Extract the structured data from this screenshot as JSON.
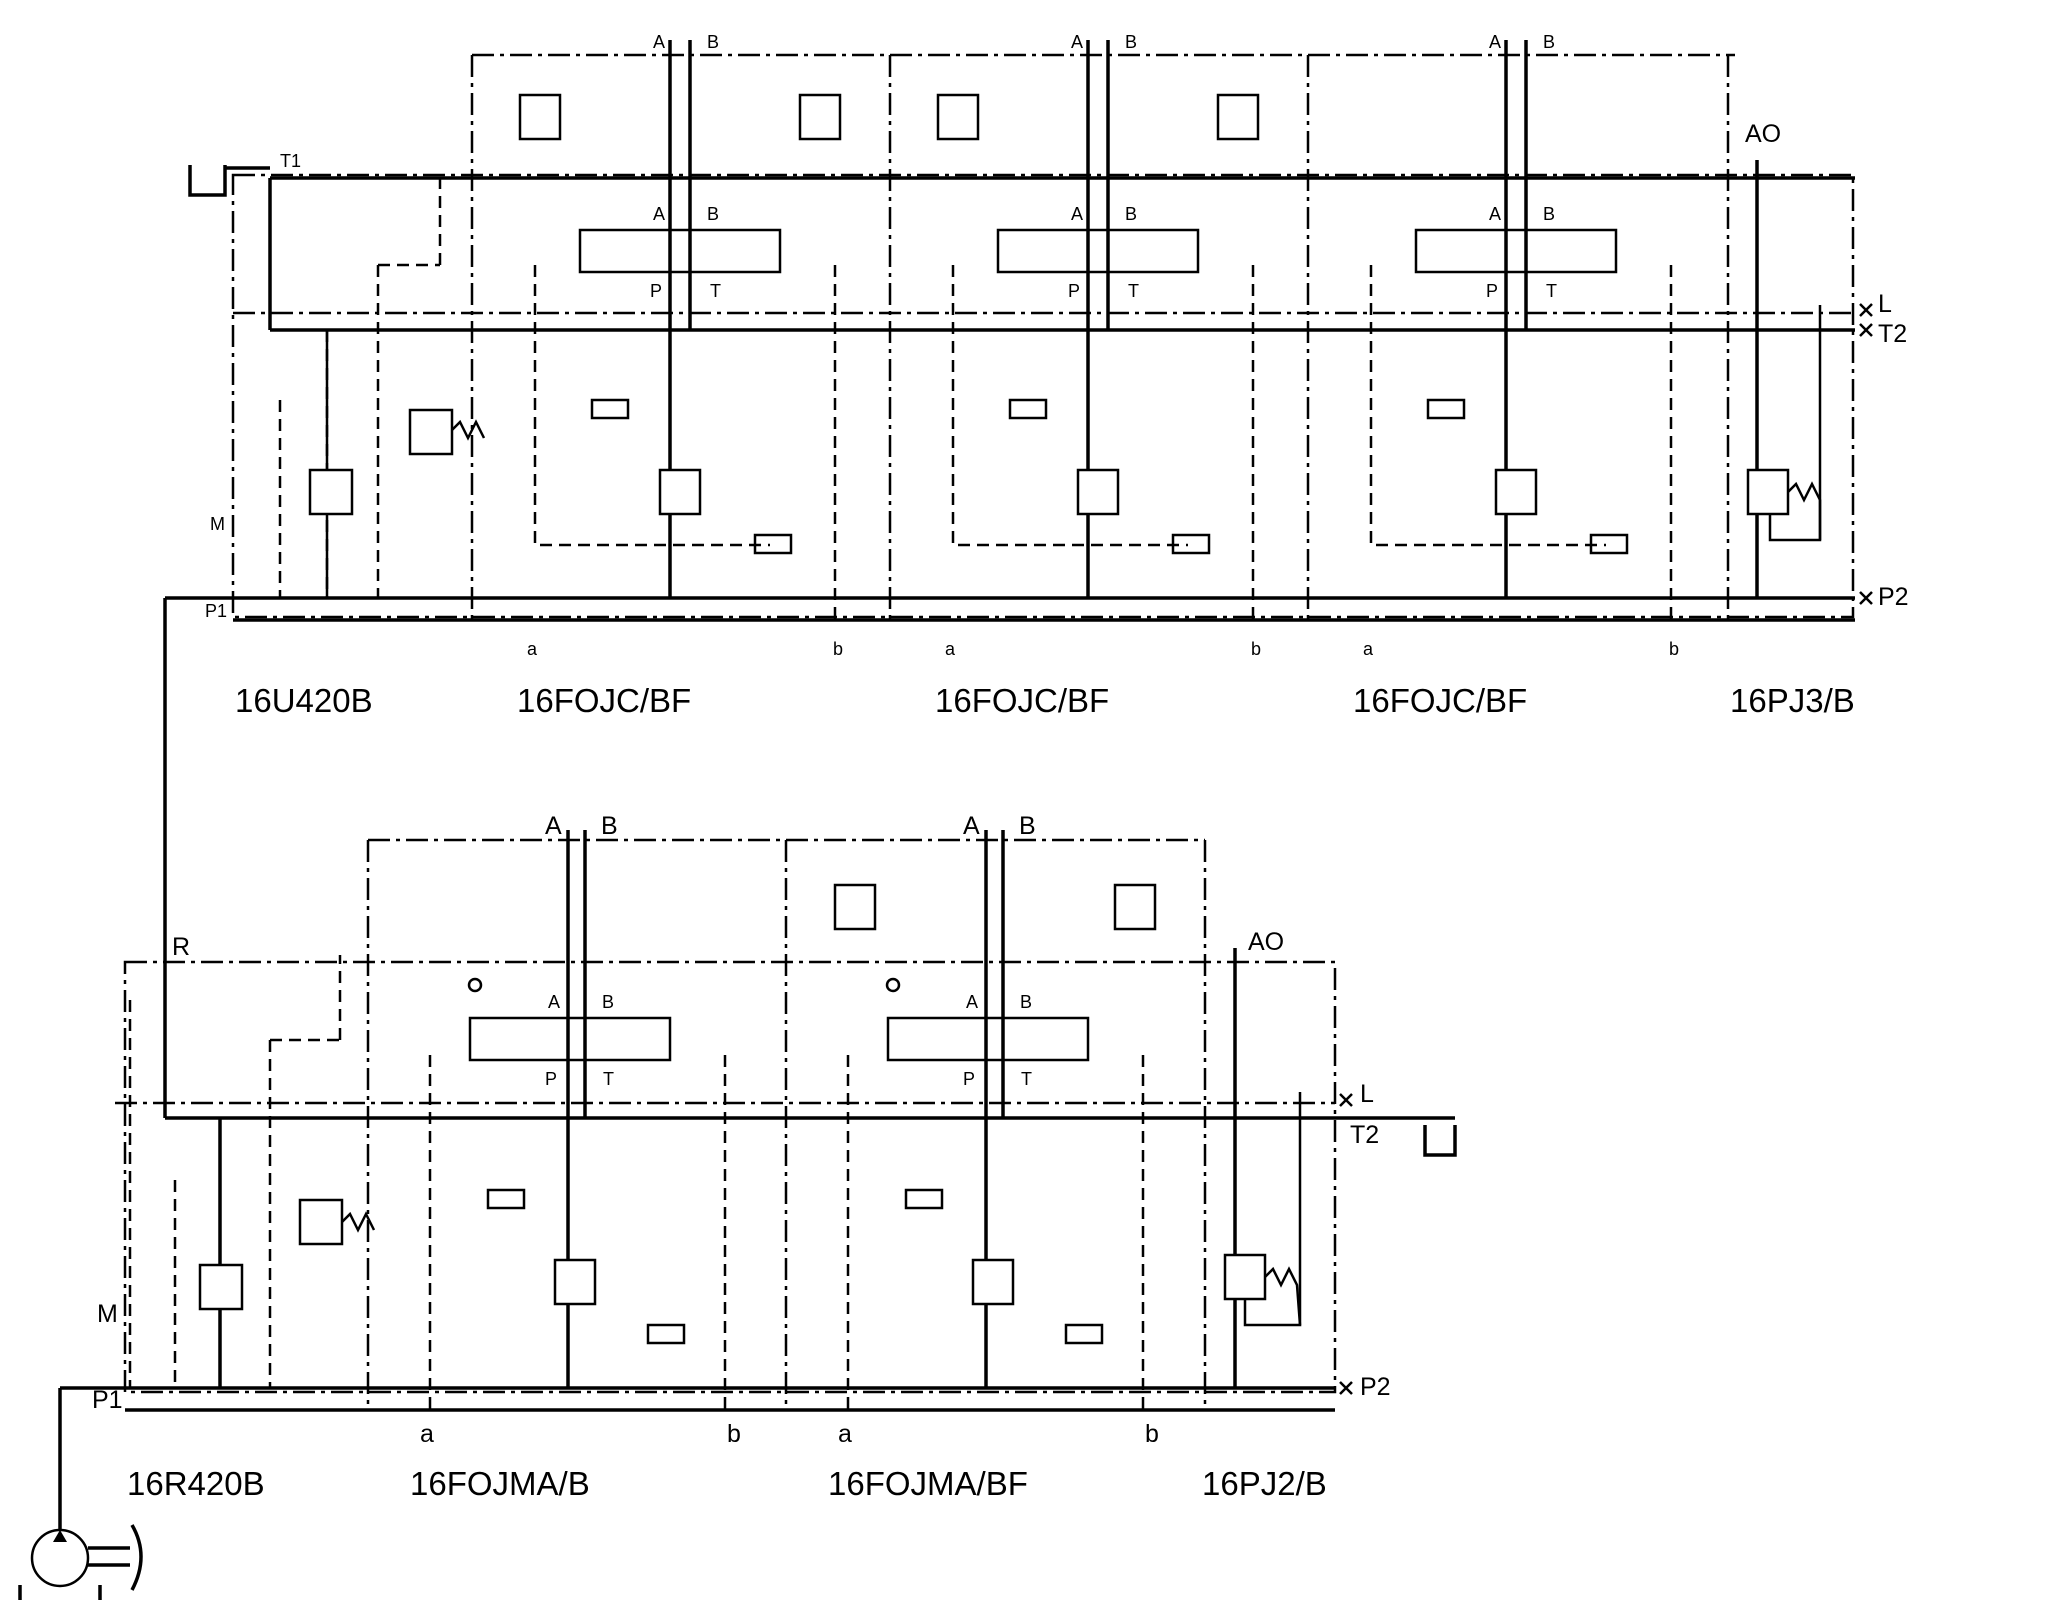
{
  "top_bank": {
    "sections": [
      "16U420B",
      "16FOJC/BF",
      "16FOJC/BF",
      "16FOJC/BF",
      "16PJ3/B"
    ],
    "ports": {
      "T1": "T1",
      "P1": "P1",
      "M": "M",
      "L": "L",
      "T2": "T2",
      "P2": "P2",
      "AO": "AO",
      "A": "A",
      "B": "B",
      "P": "P",
      "T": "T",
      "a": "a",
      "b": "b"
    }
  },
  "bottom_bank": {
    "sections": [
      "16R420B",
      "16FOJMA/B",
      "16FOJMA/BF",
      "16PJ2/B"
    ],
    "ports": {
      "R": "R",
      "P1": "P1",
      "M": "M",
      "L": "L",
      "T2": "T2",
      "P2": "P2",
      "AO": "AO",
      "A": "A",
      "B": "B",
      "P": "P",
      "T": "T",
      "a": "a",
      "b": "b"
    }
  },
  "colors": {
    "line": "#000000",
    "background": "#ffffff"
  }
}
